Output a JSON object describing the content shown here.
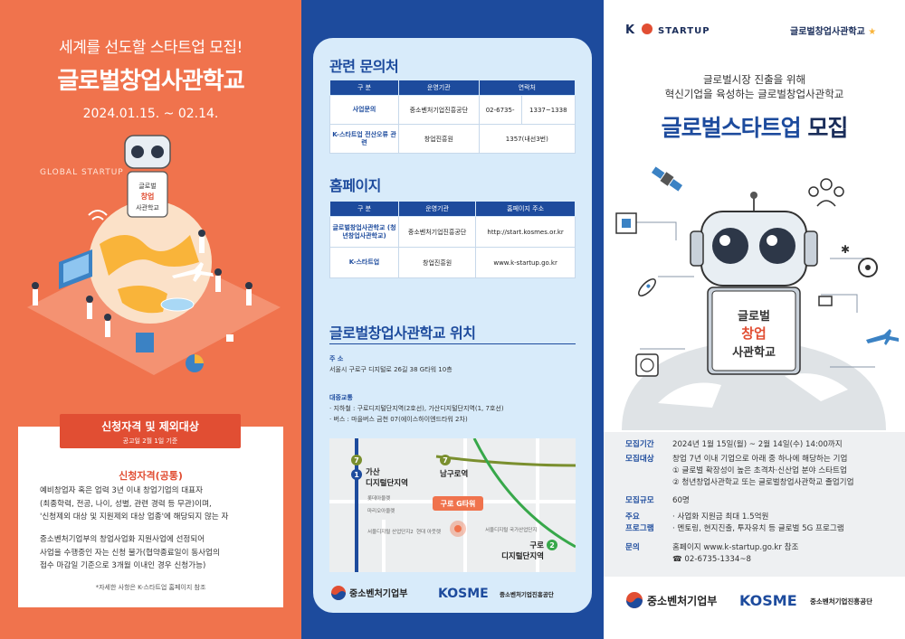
{
  "left": {
    "subtitle": "세계를 선도할 스타트업 모집!",
    "title": "글로벌창업사관학교",
    "date": "2024.01.15. ~ 02.14.",
    "illus_label": "GLOBAL STARTUP",
    "robot_sign": [
      "글로벌",
      "창업",
      "사관학교"
    ],
    "badge_title": "신청자격 및 제외대상",
    "badge_sub": "공고일 2월 1일 기준",
    "qual_title": "신청자격(공통)",
    "qual_p1": [
      "예비창업자 혹은 업력 3년 이내 창업기업의 대표자",
      "(최종학력, 전공, 나이, 성별, 관련 경력 등 무관)이며,",
      "'신청제외 대상 및 지원제외 대상 업종'에 해당되지 않는 자"
    ],
    "qual_p2": [
      "중소벤처기업부의 창업사업화 지원사업에 선정되어",
      "사업을 수행중인 자는 신청 불가(협약종료일이 동사업의",
      "접수 마감일 기준으로 3개월 이내인 경우 신청가능)"
    ],
    "note": "*자세한 사항은 K-스타트업 홈페이지 참조"
  },
  "middle": {
    "contact": {
      "heading": "관련 문의처",
      "headers": [
        "구 분",
        "운영기관",
        "연락처"
      ],
      "rows": [
        {
          "label": "사업문의",
          "org": "중소벤처기업진흥공단",
          "phone1": "02-6735-",
          "phone2": "1337~1338"
        },
        {
          "label": "K-스타트업 전산오류 관련",
          "org": "창업진흥원",
          "phone": "1357(내선3번)"
        }
      ]
    },
    "homepage": {
      "heading": "홈페이지",
      "headers": [
        "구 분",
        "운영기관",
        "홈페이지 주소"
      ],
      "rows": [
        {
          "label": "글로벌창업사관학교 (청년창업사관학교)",
          "org": "중소벤처기업진흥공단",
          "url": "http://start.kosmes.or.kr"
        },
        {
          "label": "K-스타트업",
          "org": "창업진흥원",
          "url": "www.k-startup.go.kr"
        }
      ]
    },
    "location": {
      "heading": "글로벌창업사관학교 위치",
      "addr_key": "주 소",
      "addr": "서울시 구로구 디지털로 26길 38 G타워 10층",
      "transit_key": "대중교통",
      "subway": "· 지하철 : 구로디지털단지역(2호선), 가산디지털단지역(1, 7호선)",
      "bus": "· 버스 : 마을버스 금천 07(에이스하이엔드타워 2차)"
    },
    "map": {
      "station1_num": "1",
      "station1_top": "7",
      "station1": [
        "가산",
        "디지털단지역"
      ],
      "station2_num": "7",
      "station2": "남구로역",
      "station3_num": "2",
      "station3": [
        "구로",
        "디지털단지역"
      ],
      "target": "구로 G타워",
      "places": [
        "롯데아울렛",
        "마리오아울렛",
        "서울디지털 산업단지2",
        "현대 아웃렛",
        "서울디지털 국가산업단지"
      ]
    },
    "logo_mss": "중소벤처기업부",
    "logo_kosme": "KOSME",
    "logo_kosme_sub": "중소벤처기업진흥공단"
  },
  "right": {
    "kstartup": "STARTUP",
    "kstartup_k": "K",
    "school_logo": "글로벌창업사관학교",
    "sub_lines": [
      "글로벌시장 진출을 위해",
      "혁신기업을 육성하는 글로벌창업사관학교"
    ],
    "title_a": "글로벌스타트업 ",
    "title_b": "모집",
    "robot_sign": [
      "글로벌",
      "창업",
      "사관학교"
    ],
    "info": {
      "period_key": "모집기간",
      "period": "2024년 1월 15일(월) ~ 2월 14일(수) 14:00까지",
      "target_key": "모집대상",
      "target": [
        "창업 7년 이내 기업으로 아래 중 하나에 해당하는 기업",
        "① 글로벌 확장성이 높은 초격차·신산업 분야 스타트업",
        "② 청년창업사관학교 또는 글로벌창업사관학교 졸업기업"
      ],
      "scale_key": "모집규모",
      "scale": "60명",
      "program_key": [
        "주요",
        "프로그램"
      ],
      "program": [
        "· 사업화 지원금 최대 1.5억원",
        "· 멘토링, 현지진출, 투자유치 등 글로벌 5G 프로그램"
      ],
      "inquiry_key": "문의",
      "inquiry": [
        "홈페이지 www.k-startup.go.kr 참조",
        "☎ 02-6735-1334~8"
      ]
    },
    "logo_mss": "중소벤처기업부",
    "logo_kosme": "KOSME",
    "logo_kosme_sub": "중소벤처기업진흥공단"
  },
  "colors": {
    "orange": "#f0734d",
    "red": "#e14e33",
    "navy": "#1d4b9d",
    "lightblue": "#d8ebfa"
  }
}
